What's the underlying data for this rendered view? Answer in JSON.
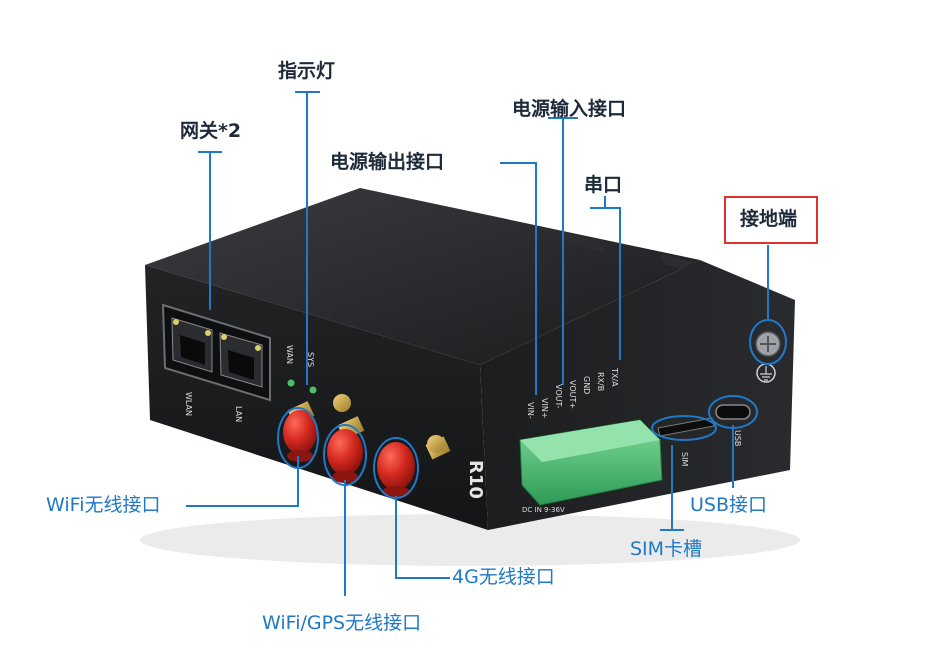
{
  "labels": {
    "indicator": "指示灯",
    "gateway": "网关*2",
    "power_in": "电源输入接口",
    "power_out": "电源输出接口",
    "serial": "串口",
    "ground": "接地端",
    "wifi": "WiFi无线接口",
    "wifi_gps": "WiFi/GPS无线接口",
    "lte": "4G无线接口",
    "usb": "USB接口",
    "sim": "SIM卡槽"
  },
  "device": {
    "model": "R10",
    "port_wlan": "WLAN",
    "port_lan": "LAN",
    "led_wan": "WAN",
    "led_sys": "SYS",
    "pin_vin_minus": "VIN-",
    "pin_vin_plus": "VIN+",
    "pin_vout_minus": "VOUT-",
    "pin_vout_plus": "VOUT+",
    "pin_gnd": "GND",
    "pin_rxb": "RX/B",
    "pin_txa": "TX/A",
    "sim_mark": "SIM",
    "usb_mark": "USB",
    "dc_in": "DC IN 9-36V"
  },
  "colors": {
    "callout_line": "#1f78c8",
    "highlight_box": "#d9332b",
    "device_body": "#1b1c1e",
    "antenna": "#c8261e",
    "terminal": "#3fb36a"
  }
}
